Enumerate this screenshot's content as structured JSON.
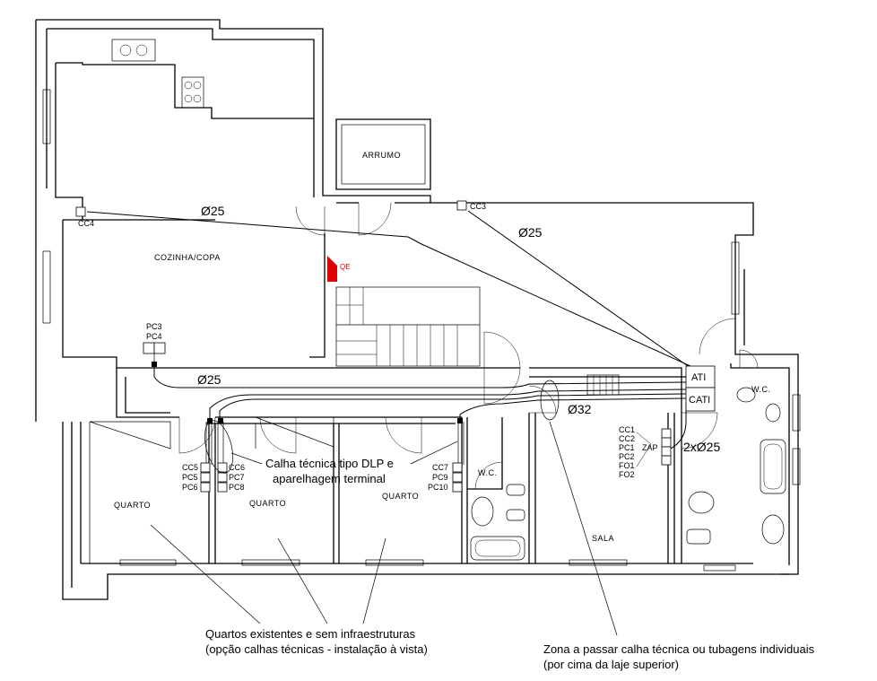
{
  "rooms": {
    "arrumo": "ARRUMO",
    "cozinha": "COZINHA/COPA",
    "quarto1": "QUARTO",
    "quarto2": "QUARTO",
    "quarto3": "QUARTO",
    "wc1": "W.C.",
    "wc2": "W.C.",
    "sala": "SALA"
  },
  "panel": {
    "qe": "QE",
    "ati": "ATI",
    "cati": "CATI",
    "zap": "ZAP"
  },
  "outlets": {
    "cc4": "CC4",
    "cc3": "CC3",
    "pc3": "PC3",
    "pc4": "PC4",
    "cc5": "CC5",
    "pc5": "PC5",
    "pc6": "PC6",
    "cc6": "CC6",
    "pc7": "PC7",
    "pc8": "PC8",
    "cc7": "CC7",
    "pc9": "PC9",
    "pc10": "PC10",
    "cc1": "CC1",
    "cc2": "CC2",
    "pc1": "PC1",
    "pc2": "PC2",
    "fo1": "FO1",
    "fo2": "FO2"
  },
  "diameters": {
    "d1": "Ø25",
    "d2": "Ø25",
    "d3": "Ø25",
    "d4": "Ø32",
    "d5": "2xØ25"
  },
  "notes": {
    "calha_line1": "Calha técnica tipo DLP e",
    "calha_line2": "aparelhagem terminal",
    "quartos_line1": "Quartos existentes e sem infraestruturas",
    "quartos_line2": "(opção calhas técnicas - instalação à vista)",
    "zona_line1": "Zona a passar calha técnica ou tubagens individuais",
    "zona_line2": "(por cima da laje superior)"
  }
}
